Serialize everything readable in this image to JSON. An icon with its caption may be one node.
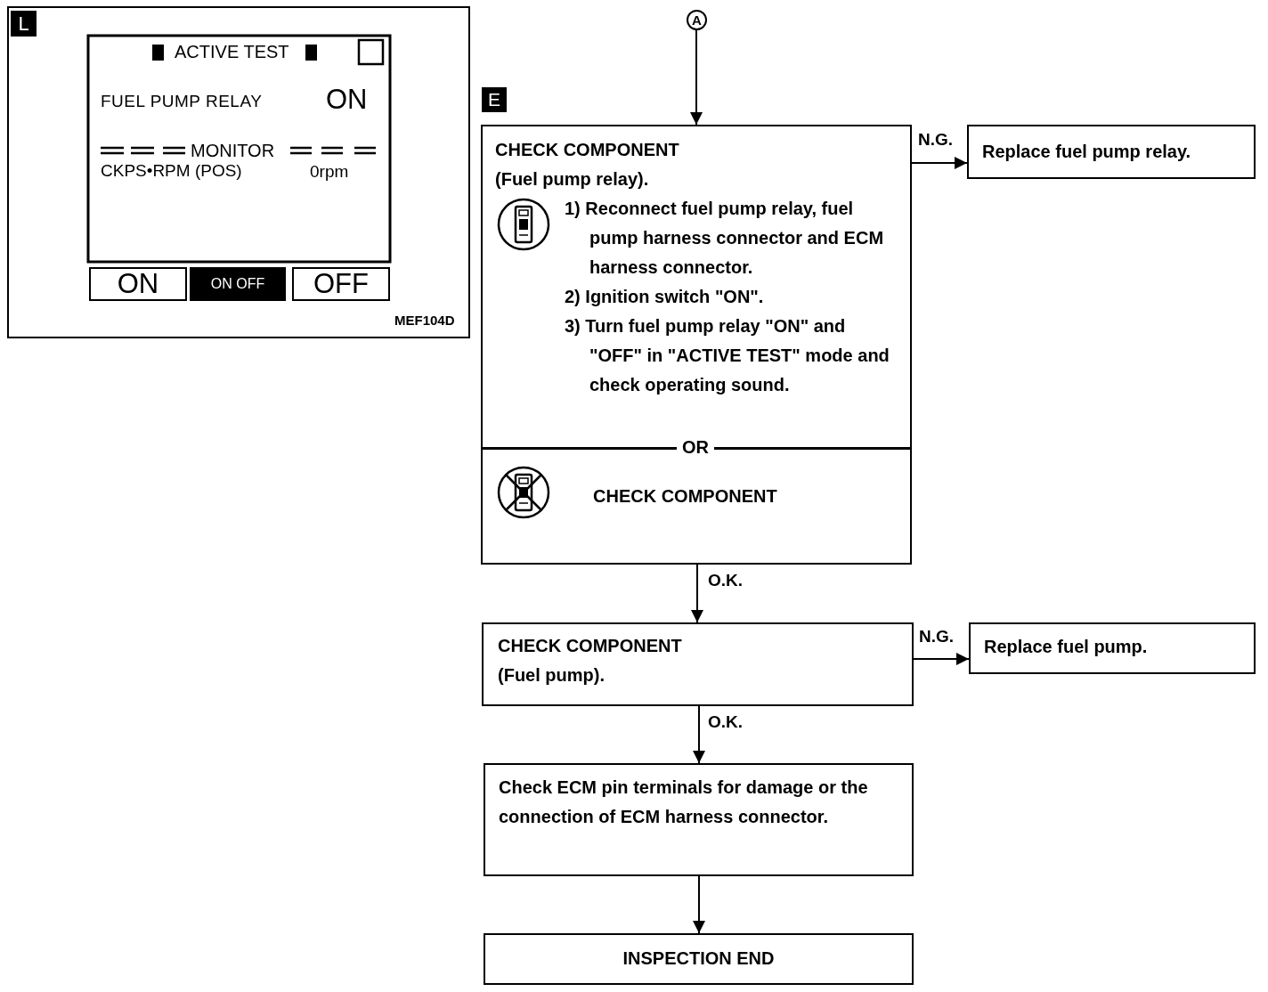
{
  "diagram": {
    "nodes": [
      {
        "text": [
          "A"
        ]
      },
      {
        "text": [
          "CHECK COMPONENT",
          "(Fuel pump relay).",
          "1) Reconnect fuel pump relay, fuel pump harness connector and ECM harness connector.",
          "2) Ignition switch \"ON\".",
          "3) Turn fuel pump relay \"ON\" and \"OFF\" in \"ACTIVE TEST\" mode and check operating sound."
        ]
      },
      {
        "text": [
          "CHECK COMPONENT"
        ]
      },
      {
        "text": [
          "Replace fuel pump relay."
        ]
      },
      {
        "text": [
          "CHECK COMPONENT",
          "(Fuel pump)."
        ]
      },
      {
        "text": [
          "Replace fuel pump."
        ]
      },
      {
        "text": [
          "Check ECM pin terminals for damage or the connection of ECM harness connector."
        ]
      },
      {
        "text": [
          "INSPECTION END"
        ]
      }
    ],
    "edges": [
      {
        "from": 0,
        "to": 1,
        "arrow": "to"
      },
      {
        "from": 1,
        "to": 3,
        "arrow": "to",
        "label": "N.G."
      },
      {
        "from": 2,
        "to": 4,
        "arrow": "to",
        "label": "O.K."
      },
      {
        "from": 4,
        "to": 5,
        "arrow": "to",
        "label": "N.G."
      },
      {
        "from": 4,
        "to": 6,
        "arrow": "to",
        "label": "O.K."
      },
      {
        "from": 6,
        "to": 7,
        "arrow": "to"
      }
    ],
    "labels": [
      "L",
      "ACTIVE TEST",
      "FUEL PUMP RELAY",
      "ON",
      "MONITOR",
      "CKPS•RPM (POS)",
      "0rpm",
      "ON",
      "ON OFF",
      "OFF",
      "MEF104D",
      "E",
      "OR"
    ]
  }
}
